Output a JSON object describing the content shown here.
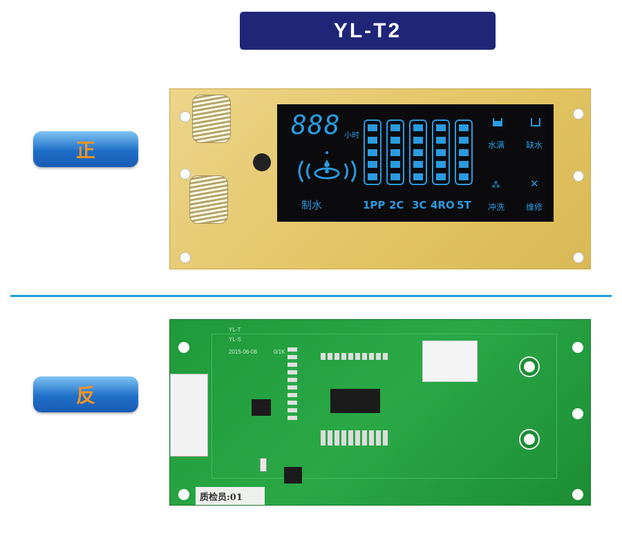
{
  "title": "YL-T2",
  "labels": {
    "front": "正",
    "back": "反"
  },
  "lcd": {
    "digits": "888",
    "hours_unit": "小时",
    "make_water": "制水",
    "filters": [
      "1PP",
      "2C",
      "3C",
      "4RO",
      "5T"
    ],
    "status": {
      "full": "水满",
      "lack": "缺水",
      "flush": "冲洗",
      "repair": "维修"
    }
  },
  "back_board": {
    "model_1": "YL-T",
    "model_2": "YL-S",
    "date": "2015-06-08",
    "res_label": "0/1K",
    "qc": "质检员:01"
  },
  "colors": {
    "title_bg": "#1f2678",
    "lcd_blue": "#2a9be0",
    "divider": "#1aa0d8"
  }
}
